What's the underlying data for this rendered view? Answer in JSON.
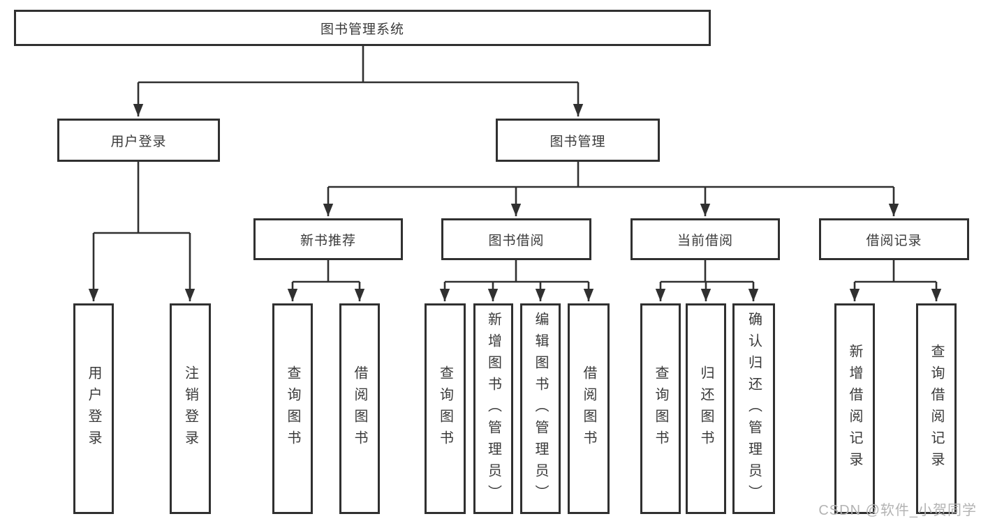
{
  "tree": {
    "root": {
      "label": "图书管理系统"
    },
    "level2": [
      {
        "label": "用户登录"
      },
      {
        "label": "图书管理"
      }
    ],
    "level3": [
      {
        "label": "新书推荐"
      },
      {
        "label": "图书借阅"
      },
      {
        "label": "当前借阅"
      },
      {
        "label": "借阅记录"
      }
    ],
    "leaves": [
      {
        "label": "用户登录"
      },
      {
        "label": "注销登录"
      },
      {
        "label": "查询图书"
      },
      {
        "label": "借阅图书"
      },
      {
        "label": "查询图书"
      },
      {
        "label": "新增图书（管理员）"
      },
      {
        "label": "编辑图书（管理员）"
      },
      {
        "label": "借阅图书"
      },
      {
        "label": "查询图书"
      },
      {
        "label": "归还图书"
      },
      {
        "label": "确认归还（管理员）"
      },
      {
        "label": "新增借阅记录"
      },
      {
        "label": "查询借阅记录"
      }
    ]
  },
  "watermark": {
    "label": "CSDN @软件_小贺同学"
  },
  "colors": {
    "line": "#303030",
    "text": "#3a3a3a",
    "watermark": "#b3b3b3",
    "background": "#ffffff"
  }
}
